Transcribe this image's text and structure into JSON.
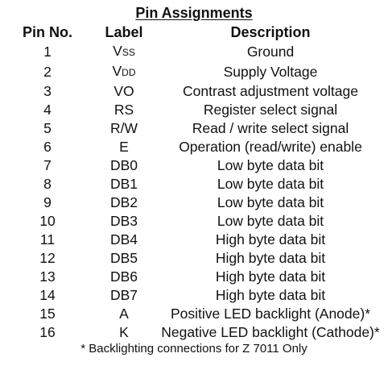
{
  "title": "Pin Assignments",
  "headers": {
    "pin_no": "Pin No.",
    "label": "Label",
    "description": "Description"
  },
  "rows": [
    {
      "pin": "1",
      "label_main": "V",
      "label_sub": "SS",
      "description": "Ground"
    },
    {
      "pin": "2",
      "label_main": "V",
      "label_sub": "DD",
      "description": "Supply Voltage"
    },
    {
      "pin": "3",
      "label_main": "VO",
      "label_sub": "",
      "description": "Contrast adjustment voltage"
    },
    {
      "pin": "4",
      "label_main": "RS",
      "label_sub": "",
      "description": "Register select signal"
    },
    {
      "pin": "5",
      "label_main": "R/W",
      "label_sub": "",
      "description": "Read / write select signal"
    },
    {
      "pin": "6",
      "label_main": "E",
      "label_sub": "",
      "description": "Operation (read/write) enable"
    },
    {
      "pin": "7",
      "label_main": "DB0",
      "label_sub": "",
      "description": "Low byte data bit"
    },
    {
      "pin": "8",
      "label_main": "DB1",
      "label_sub": "",
      "description": "Low byte data bit"
    },
    {
      "pin": "9",
      "label_main": "DB2",
      "label_sub": "",
      "description": "Low byte data bit"
    },
    {
      "pin": "10",
      "label_main": "DB3",
      "label_sub": "",
      "description": "Low byte data bit"
    },
    {
      "pin": "11",
      "label_main": "DB4",
      "label_sub": "",
      "description": "High byte data bit"
    },
    {
      "pin": "12",
      "label_main": "DB5",
      "label_sub": "",
      "description": "High byte data bit"
    },
    {
      "pin": "13",
      "label_main": "DB6",
      "label_sub": "",
      "description": "High byte data bit"
    },
    {
      "pin": "14",
      "label_main": "DB7",
      "label_sub": "",
      "description": "High byte data bit"
    },
    {
      "pin": "15",
      "label_main": "A",
      "label_sub": "",
      "description": "Positive LED backlight (Anode)*"
    },
    {
      "pin": "16",
      "label_main": "K",
      "label_sub": "",
      "description": "Negative LED backlight (Cathode)*"
    }
  ],
  "footnote": "* Backlighting connections for Z 7011 Only"
}
